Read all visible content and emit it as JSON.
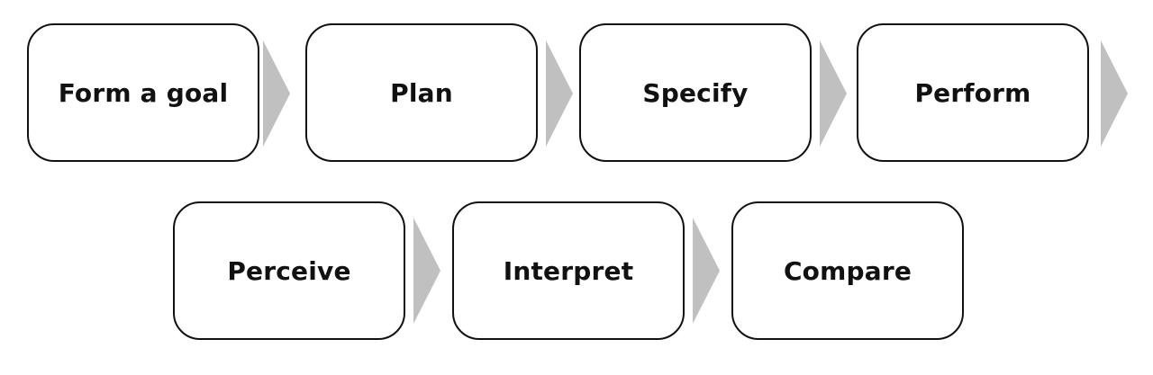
{
  "diagram": {
    "colors": {
      "box_border": "#111111",
      "box_fill": "#ffffff",
      "text": "#111111",
      "arrow": "#c0c0c0"
    },
    "row1": {
      "steps": [
        {
          "label": "Form a goal"
        },
        {
          "label": "Plan"
        },
        {
          "label": "Specify"
        },
        {
          "label": "Perform"
        }
      ]
    },
    "row2": {
      "steps": [
        {
          "label": "Perceive"
        },
        {
          "label": "Interpret"
        },
        {
          "label": "Compare"
        }
      ]
    },
    "connector_icon": "chevron-right-arrow-icon"
  }
}
